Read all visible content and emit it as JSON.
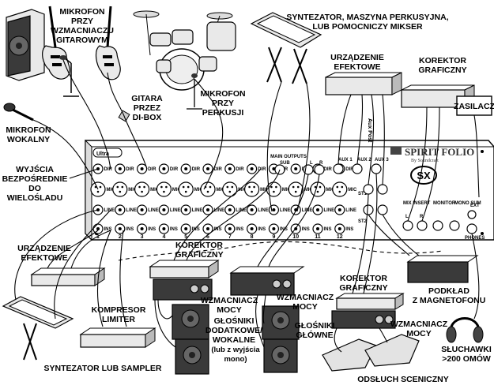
{
  "labels": {
    "guitar_amp_mic": [
      "MIKROFON",
      "PRZY",
      "WZMACNIACZU",
      "GITAROWYM"
    ],
    "synth_top": [
      "SYNTEZATOR, MASZYNA PERKUSYJNA,",
      "LUB POMOCNICZY MIKSER"
    ],
    "fx_top": [
      "URZĄDZENIE",
      "EFEKTOWE"
    ],
    "eq_top": [
      "KOREKTOR",
      "GRAFICZNY"
    ],
    "psu": "ZASILACZ",
    "vocal_mic": [
      "MIKROFON",
      "WOKALNY"
    ],
    "guitar_di": [
      "GITARA",
      "PRZEZ",
      "DI-BOX"
    ],
    "drum_mic": [
      "MIKROFON",
      "PRZY",
      "PERKUSJI"
    ],
    "aux_post": "Aux Post",
    "direct_out": [
      "WYJŚCIA",
      "BEZPOŚREDNIE",
      "DO",
      "WIELOŚLADU"
    ],
    "fx_left": [
      "URZĄDZENIE",
      "EFEKTOWE"
    ],
    "eq_mid": [
      "KOREKTOR",
      "GRAFICZNY"
    ],
    "eq_right": [
      "KOREKTOR",
      "GRAFICZNY"
    ],
    "amp_1": [
      "WZMACNIACZ",
      "MOCY"
    ],
    "amp_2": [
      "WZMACNIACZ",
      "MOCY"
    ],
    "amp_3": [
      "WZMACNIACZ",
      "MOCY"
    ],
    "tape": [
      "PODKŁAD",
      "Z MAGNETOFONU"
    ],
    "compressor": [
      "KOMPRESOR",
      "LIMITER"
    ],
    "speakers_aux": [
      "GŁOŚNIKI",
      "DODATKOWE/",
      "WOKALNE",
      "(lub z wyjścia",
      "mono)"
    ],
    "speakers_main": [
      "GŁOŚNIKI",
      "GŁÓWNE"
    ],
    "headphones": [
      "SŁUCHAWKI",
      ">200 OMÓW"
    ],
    "synth_bottom": "SYNTEZATOR LUB SAMPLER",
    "monitors": "ODSŁUCH SCENICZNY"
  },
  "mixer": {
    "brand": "SPIRIT FOLIO",
    "brand_sub": "By Soundcraft",
    "badge": "SX",
    "model": "Ultra",
    "channel_numbers": [
      "1",
      "2",
      "3",
      "4",
      "5",
      "6",
      "7",
      "8",
      "9",
      "10",
      "11",
      "12"
    ],
    "row_labels": {
      "dir": "DIR",
      "mic": "MIC",
      "line": "LINE",
      "ins": "INS"
    },
    "main_outputs": "MAIN OUTPUTS",
    "main_outputs_sub": [
      "SUB",
      "L",
      "R"
    ],
    "aux_labels": [
      "AUX 1",
      "AUX 2",
      "AUX 3"
    ],
    "stereo_labels": [
      "ST1",
      "ST2"
    ],
    "mix_insert": "MIX INSERT",
    "monitor": "MONITOR",
    "mono_sum": "MONO SUM",
    "ext": "EXT",
    "phones": "PHONES",
    "lr": [
      "L",
      "R"
    ]
  }
}
